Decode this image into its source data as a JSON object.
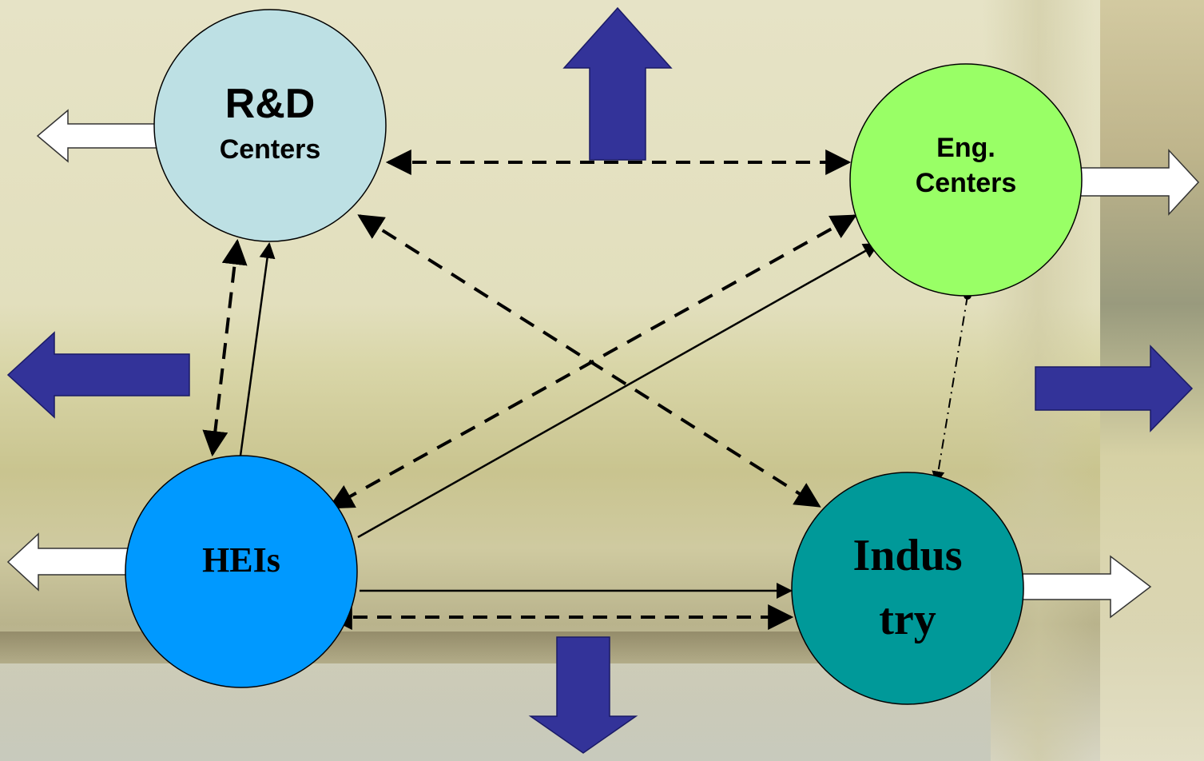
{
  "nodes": {
    "rd": {
      "line1": "R&D",
      "line2": "Centers"
    },
    "eng": {
      "line1": "Eng.",
      "line2": "Centers"
    },
    "heis": {
      "line1": "HEIs"
    },
    "industry": {
      "line1": "Indus",
      "line2": "try"
    }
  },
  "colors": {
    "rd_fill": "#bde0e4",
    "eng_fill": "#99ff66",
    "heis_fill": "#0099ff",
    "industry_fill": "#009999",
    "block_arrow": "#333399",
    "outline_arrow": "#ffffff"
  }
}
